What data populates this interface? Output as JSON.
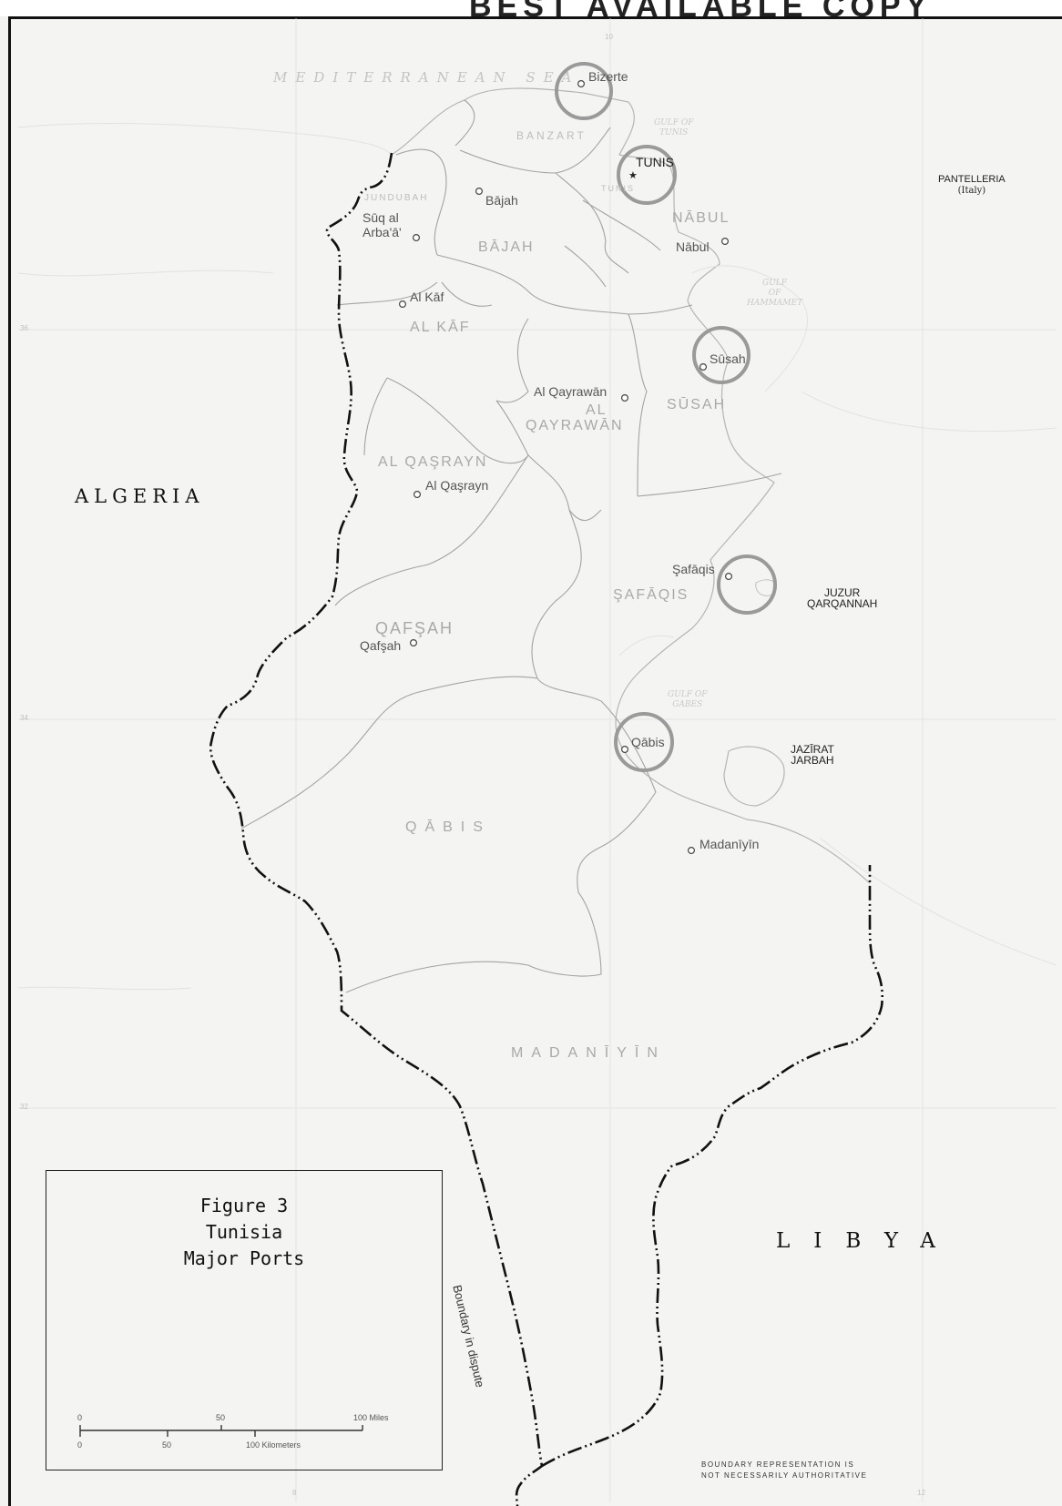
{
  "stamp": "BEST AVAILABLE COPY",
  "legend": {
    "figure": "Figure 3",
    "country": "Tunisia",
    "subject": "Major Ports"
  },
  "sea": "MEDITERRANEAN SEA",
  "neighbors": {
    "west": "ALGERIA",
    "east": "LIBYA",
    "pantelleria": "PANTELLERIA",
    "pantelleria_note": "(Italy)"
  },
  "regions": {
    "banzart": "BANZART",
    "jundubah": "JUNDUBAH",
    "bajah": "BĀJAH",
    "tunis": "TUNIS",
    "nabul": "NĀBUL",
    "alkaf": "AL KĀF",
    "al_qayrawan_1": "AL",
    "al_qayrawan_2": "QAYRAWĀN",
    "susah": "SŪSAH",
    "al_qasrayn": "AL QAŞRAYN",
    "safaqis": "ŞAFĀQIS",
    "qafsah": "QAFŞAH",
    "qabis": "QĀBIS",
    "madaniyin": "MADANĪYĪN"
  },
  "water": {
    "gulf_tunis_1": "GULF OF",
    "gulf_tunis_2": "TUNIS",
    "gulf_hammamet_1": "GULF",
    "gulf_hammamet_2": "OF",
    "gulf_hammamet_3": "HAMMAMET",
    "gulf_gabes_1": "GULF OF",
    "gulf_gabes_2": "GABES"
  },
  "cities": {
    "bizerte": "Bizerte",
    "tunis": "TUNIS",
    "bajah": "Bājah",
    "suq_1": "Sūq al",
    "suq_2": "Arba'ā'",
    "nabul": "Nābul",
    "alkaf": "Al Kāf",
    "susah": "Sūsah",
    "qayrawan": "Al Qayrawān",
    "qasrayn": "Al Qaşrayn",
    "safaqis": "Şafāqis",
    "qafsah": "Qafşah",
    "qabis": "Qābis",
    "madaniyin": "Madanīyīn"
  },
  "islands": {
    "qarqannah_1": "JUZUR",
    "qarqannah_2": "QARQANNAH",
    "jarbah_1": "JAZĪRAT",
    "jarbah_2": "JARBAH"
  },
  "border_note": "Boundary in dispute",
  "disclaimer_1": "BOUNDARY REPRESENTATION IS",
  "disclaimer_2": "NOT NECESSARILY AUTHORITATIVE",
  "scale": {
    "miles": [
      "0",
      "50",
      "100 Miles"
    ],
    "km": [
      "0",
      "50",
      "100 Kilometers"
    ]
  },
  "grid_marks": [
    "36",
    "34",
    "32",
    "8",
    "10",
    "12"
  ],
  "colors": {
    "background": "#f4f4f2",
    "border": "#111111",
    "internal_lines": "#a0a0a0",
    "port_marker": "#9a9a9a"
  }
}
